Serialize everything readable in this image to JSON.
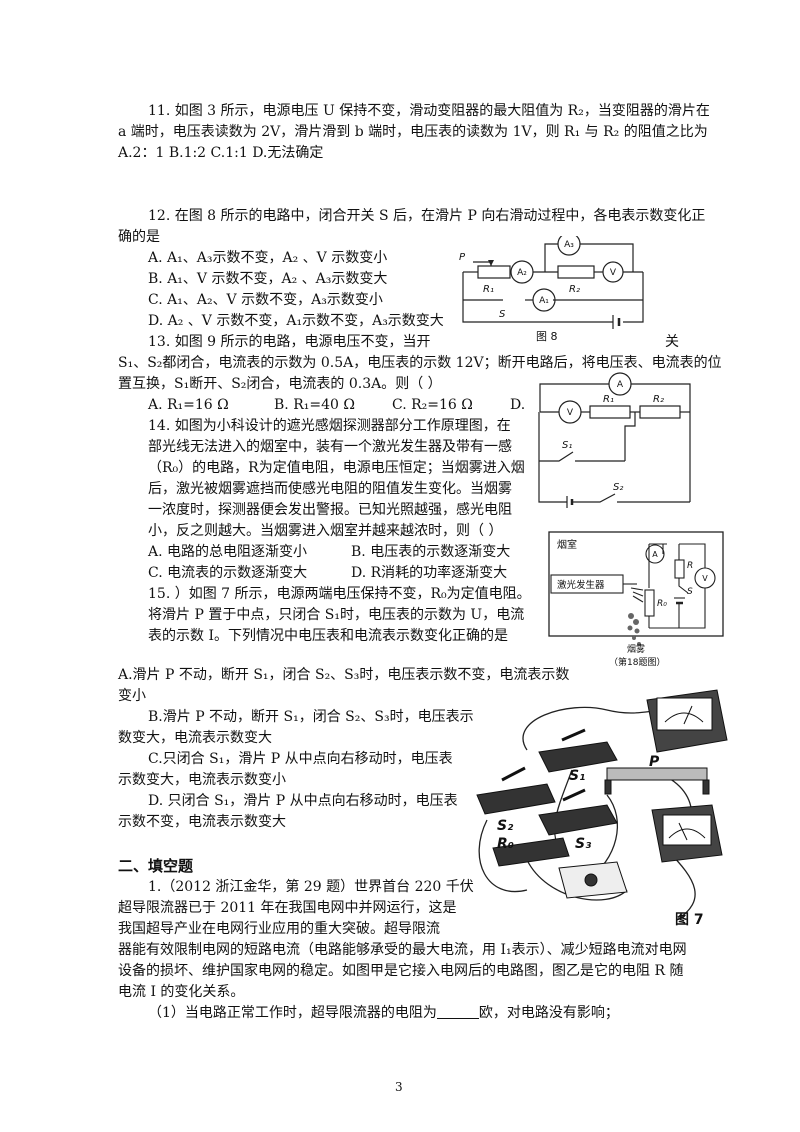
{
  "q11": {
    "line1": "11.  如图 3 所示，电源电压 U 保持不变，滑动变阻器的最大阻值为 R₂，当变阻器的滑片在",
    "line2": "a 端时，电压表读数为 2V，滑片滑到 b 端时，电压表的读数为 1V，则 R₁ 与 R₂ 的阻值之比为",
    "line3": "A.2：1    B.1:2    C.1:1      D.无法确定"
  },
  "q12": {
    "line1": "12. 在图 8 所示的电路中，闭合开关 S 后，在滑片 P 向右滑动过程中，各电表示数变化正",
    "line2": "确的是",
    "optA": "A.   A₁、A₃示数不变，A₂ 、V 示数变小",
    "optB": "B.  A₁、V 示数不变，A₂ 、A₃示数变大",
    "optC": "C.  A₁、A₂、V 示数不变，A₃示数变小",
    "optD": "D.  A₂ 、V 示数不变，A₁示数不变，A₃示数变大"
  },
  "q13": {
    "line1a": "13.  如图 9 所示的电路，电源电压不变，当开",
    "line1b": "关",
    "line2": "S₁、S₂都闭合，电流表的示数为 0.5A，电压表的示数 12V；断开电路后，将电压表、电流表的位",
    "line3": "置互换，S₁断开、S₂闭合，电流表的 0.3A。则（      ）",
    "optA": "A.  R₁=16 Ω",
    "optB": "B.  R₁=40 Ω",
    "optC": "C.  R₂=16 Ω",
    "optD": "D."
  },
  "q14": {
    "line1": "14.  如图为小科设计的遮光感烟探测器部分工作原理图，在",
    "line2": "部光线无法进入的烟室中，装有一个激光发生器及带有一感",
    "line3": "（R₀）的电路，R为定值电阻，电源电压恒定；当烟雾进入烟",
    "line4": "后，激光被烟雾遮挡而使感光电阻的阻值发生变化。当烟雾",
    "line5": "一浓度时，探测器便会发出警报。已知光照越强，感光电阻",
    "line6": "小，反之则越大。当烟雾进入烟室并越来越浓时，则（        ）",
    "optA": "A.  电路的总电阻逐渐变小",
    "optB": "B.  电压表的示数逐渐变大",
    "optC": "C.  电流表的示数逐渐变大",
    "optD": "D.  R消耗的功率逐渐变大"
  },
  "q15": {
    "line1": "15. ）如图 7 所示，电源两端电压保持不变，R₀为定值电阻。",
    "line2": "将滑片 P 置于中点，只闭合 S₁时，电压表的示数为 U，电流",
    "line3": "表的示数 I。下列情况中电压表和电流表示数变化正确的是",
    "optA1": "A.滑片 P 不动，断开 S₁，闭合 S₂、S₃时，电压表示数不变，电流表示数",
    "optA2": "变小",
    "optB1": "B.滑片 P 不动，断开 S₁，闭合 S₂、S₃时，电压表示",
    "optB2": "数变大，电流表示数变大",
    "optC1": "C.只闭合 S₁，滑片 P 从中点向右移动时，电压表",
    "optC2": "示数变大，电流表示数变小",
    "optD1": "D.  只闭合 S₁，滑片 P 从中点向右移动时，电压表",
    "optD2": "示数不变，电流表示数变大"
  },
  "section2": "二、填空题",
  "fill1": {
    "line1": "1.（2012 浙江金华，第 29 题）世界首台 220 千伏",
    "line2": "超导限流器已于 2011 年在我国电网中并网运行，这是",
    "line3": "我国超导产业在电网行业应用的重大突破。超导限流",
    "line4": "器能有效限制电网的短路电流（电路能够承受的最大电流，用 I₁表示）、减少短路电流对电网",
    "line5": "设备的损坏、维护国家电网的稳定。如图甲是它接入电网后的电路图，图乙是它的电阻 R 随",
    "line6": "电流 I 的变化关系。",
    "sub1a": "（1）当电路正常工作时，超导限流器的电阻为",
    "sub1b": "欧，对电路没有影响；"
  },
  "fig8": {
    "caption": "图 8",
    "P": "P",
    "R1": "R₁",
    "R2": "R₂",
    "A1": "A₁",
    "A2": "A₂",
    "A3": "A₃",
    "V": "V",
    "S": "S"
  },
  "fig9": {
    "A": "A",
    "V": "V",
    "R1": "R₁",
    "R2": "R₂",
    "S1": "S₁",
    "S2": "S₂"
  },
  "fig18": {
    "room": "烟室",
    "laser": "激光发生器",
    "A": "A",
    "V": "V",
    "R": "R",
    "S": "S",
    "R0": "R₀",
    "smoke": "烟雾",
    "caption": "（第18题图）"
  },
  "fig7": {
    "S1": "S₁",
    "S2": "S₂",
    "S3": "S₃",
    "R0": "R₀",
    "P": "P",
    "caption": "图 7"
  },
  "page_number": "3"
}
